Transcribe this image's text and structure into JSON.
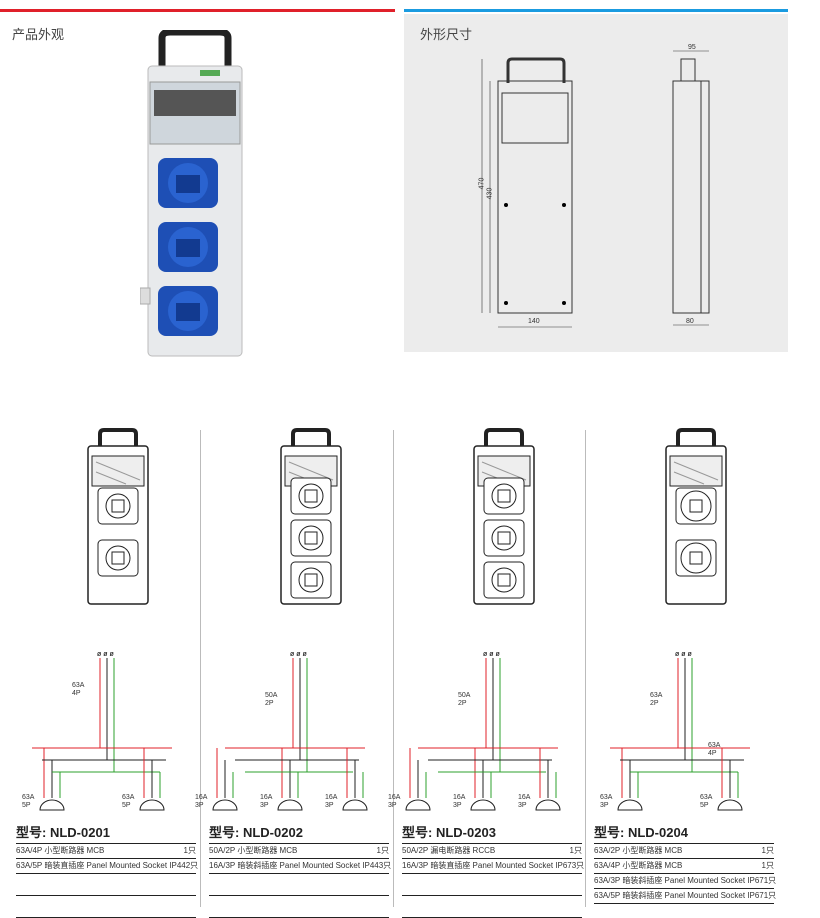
{
  "left_section": {
    "title": "产品外观"
  },
  "right_section": {
    "title": "外形尺寸",
    "dims": {
      "front_width": "140",
      "height_total": "470",
      "height_body": "430",
      "side_top": "95",
      "side_bottom": "80"
    }
  },
  "colors": {
    "red": "#e0202a",
    "blue": "#1a9be0",
    "socket_blue": "#1e4fb5",
    "wire_green": "#2ca02c"
  },
  "models": [
    {
      "label": "型号:",
      "code": "NLD-0201",
      "wiring": {
        "breaker": "63A\n4P",
        "outputs": [
          "63A\n5P",
          "63A\n5P"
        ]
      },
      "items": [
        {
          "desc": "63A/4P 小型断路器 MCB",
          "qty": "1只"
        },
        {
          "desc": "63A/5P 暗装直插座 Panel Mounted Socket IP44",
          "qty": "2只"
        }
      ]
    },
    {
      "label": "型号:",
      "code": "NLD-0202",
      "wiring": {
        "breaker": "50A\n2P",
        "outputs": [
          "16A\n3P",
          "16A\n3P",
          "16A\n3P"
        ]
      },
      "items": [
        {
          "desc": "50A/2P 小型断路器 MCB",
          "qty": "1只"
        },
        {
          "desc": "16A/3P 暗装斜插座 Panel Mounted Socket IP44",
          "qty": "3只"
        }
      ]
    },
    {
      "label": "型号:",
      "code": "NLD-0203",
      "wiring": {
        "breaker": "50A\n2P",
        "outputs": [
          "16A\n3P",
          "16A\n3P",
          "16A\n3P"
        ]
      },
      "items": [
        {
          "desc": "50A/2P 漏电断路器 RCCB",
          "qty": "1只"
        },
        {
          "desc": "16A/3P 暗装直插座 Panel Mounted Socket IP67",
          "qty": "3只"
        }
      ]
    },
    {
      "label": "型号:",
      "code": "NLD-0204",
      "wiring": {
        "breakers": [
          "63A\n2P",
          "63A\n4P"
        ],
        "outputs": [
          "63A\n3P",
          "63A\n5P"
        ]
      },
      "items": [
        {
          "desc": "63A/2P 小型断路器 MCB",
          "qty": "1只"
        },
        {
          "desc": "63A/4P 小型断路器 MCB",
          "qty": "1只"
        },
        {
          "desc": "63A/3P 暗装斜插座 Panel Mounted Socket IP67",
          "qty": "1只"
        },
        {
          "desc": "63A/5P 暗装斜插座 Panel Mounted Socket IP67",
          "qty": "1只"
        }
      ]
    }
  ]
}
